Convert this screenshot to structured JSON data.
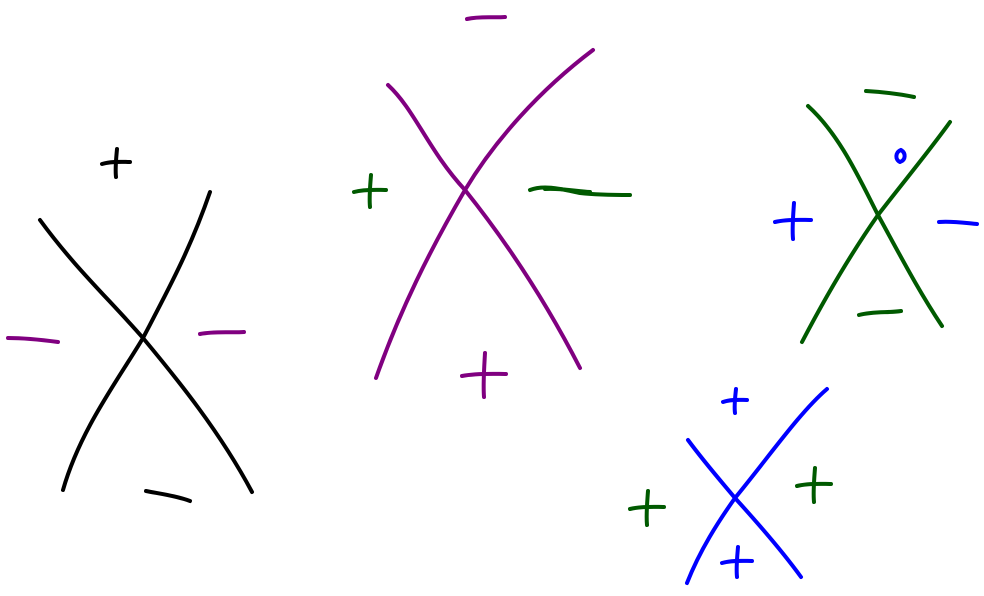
{
  "colors": {
    "black": "#000000",
    "purple": "#800080",
    "green": "#005a00",
    "blue": "#0000ff"
  },
  "crossings": [
    {
      "id": "black",
      "curve_color": "black",
      "regions": [
        {
          "position": "top",
          "sign": "+",
          "color": "black"
        },
        {
          "position": "left",
          "sign": "-",
          "color": "purple"
        },
        {
          "position": "right",
          "sign": "-",
          "color": "purple"
        },
        {
          "position": "bottom",
          "sign": "-",
          "color": "black"
        }
      ]
    },
    {
      "id": "purple",
      "curve_color": "purple",
      "regions": [
        {
          "position": "top",
          "sign": "-",
          "color": "purple"
        },
        {
          "position": "left",
          "sign": "+",
          "color": "green"
        },
        {
          "position": "right",
          "sign": "-",
          "color": "green"
        },
        {
          "position": "bottom",
          "sign": "+",
          "color": "purple"
        }
      ]
    },
    {
      "id": "green",
      "curve_color": "green",
      "regions": [
        {
          "position": "top",
          "sign": "-",
          "color": "green"
        },
        {
          "position": "inner-dot",
          "sign": "•",
          "color": "blue"
        },
        {
          "position": "left",
          "sign": "+",
          "color": "blue"
        },
        {
          "position": "right",
          "sign": "-",
          "color": "blue"
        },
        {
          "position": "bottom",
          "sign": "-",
          "color": "green"
        }
      ]
    },
    {
      "id": "blue",
      "curve_color": "blue",
      "regions": [
        {
          "position": "top",
          "sign": "+",
          "color": "blue"
        },
        {
          "position": "left",
          "sign": "+",
          "color": "green"
        },
        {
          "position": "right",
          "sign": "+",
          "color": "green"
        },
        {
          "position": "bottom",
          "sign": "+",
          "color": "blue"
        }
      ]
    }
  ]
}
